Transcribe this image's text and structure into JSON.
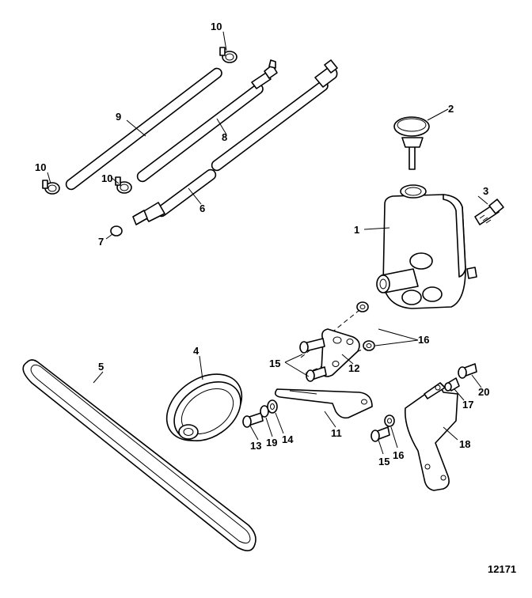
{
  "figure_number": "12171",
  "labels": {
    "l1": "1",
    "l2": "2",
    "l3": "3",
    "l4": "4",
    "l5": "5",
    "l6": "6",
    "l7": "7",
    "l8": "8",
    "l9": "9",
    "l10a": "10",
    "l10b": "10",
    "l10c": "10",
    "l11": "11",
    "l12": "12",
    "l13": "13",
    "l14": "14",
    "l15a": "15",
    "l15b": "15",
    "l16a": "16",
    "l16b": "16",
    "l17": "17",
    "l18": "18",
    "l19": "19",
    "l20": "20"
  }
}
